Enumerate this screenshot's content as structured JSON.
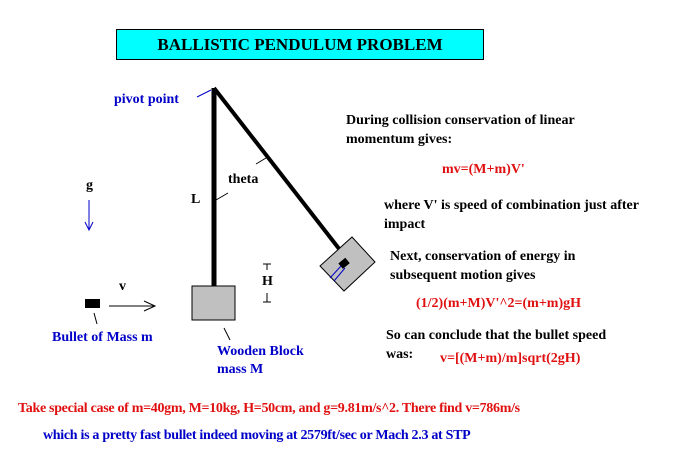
{
  "title": "BALLISTIC PENDULUM PROBLEM",
  "diagram": {
    "pivot_label": "pivot point",
    "gravity_label": "g",
    "length_label": "L",
    "angle_label": "theta",
    "height_label": "H",
    "velocity_label": "v",
    "bullet_label": "Bullet of Mass m",
    "block_label_line1": "Wooden Block",
    "block_label_line2": "mass M"
  },
  "explanation": {
    "momentum_line1": "During collision conservation of linear",
    "momentum_line2": "momentum gives:",
    "momentum_eq": "mv=(M+m)V'",
    "where_line1": "where V' is speed of combination just after",
    "where_line2": "impact",
    "energy_line1": "Next, conservation of energy in",
    "energy_line2": "subsequent  motion gives",
    "energy_eq": "(1/2)(m+M)V'^2=(m+m)gH",
    "conclude_line1": "So can conclude that the bullet speed",
    "conclude_line2": "was:",
    "speed_eq": "v=[(M+m)/m]sqrt(2gH)"
  },
  "example": {
    "line1": "Take special case of m=40gm, M=10kg, H=50cm, and g=9.81m/s^2. There find v=786m/s",
    "line2": "which is a pretty fast bullet indeed moving at 2579ft/sec or Mach 2.3 at STP"
  },
  "colors": {
    "title_bg": "#00ffff",
    "red": "#e01010",
    "blue": "#0000c8",
    "block": "#c0c0c0"
  }
}
